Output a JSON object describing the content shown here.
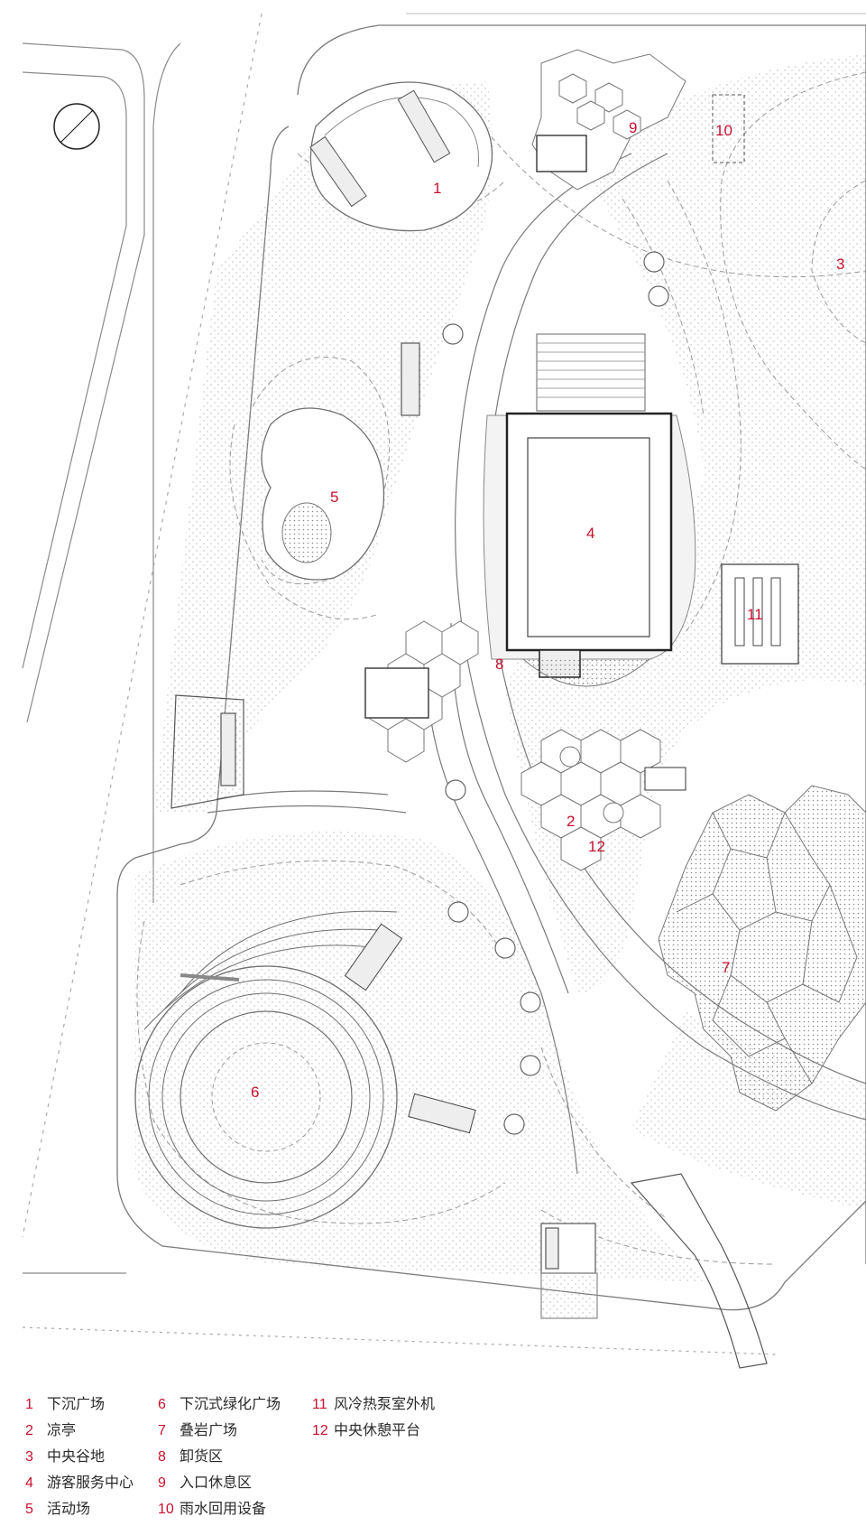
{
  "plan": {
    "markers": [
      {
        "num": "1"
      },
      {
        "num": "2"
      },
      {
        "num": "3"
      },
      {
        "num": "4"
      },
      {
        "num": "5"
      },
      {
        "num": "6"
      },
      {
        "num": "7"
      },
      {
        "num": "8"
      },
      {
        "num": "9"
      },
      {
        "num": "10"
      },
      {
        "num": "11"
      },
      {
        "num": "12"
      }
    ],
    "colors": {
      "line": "#6f6f6f",
      "dash": "#9a9a9a",
      "accent": "#c8102e",
      "hatch": "#b5b5b5"
    },
    "icons": [
      "north-arrow-icon"
    ]
  },
  "legend": {
    "items": [
      {
        "num": "1",
        "label": "下沉广场"
      },
      {
        "num": "2",
        "label": "凉亭"
      },
      {
        "num": "3",
        "label": "中央谷地"
      },
      {
        "num": "4",
        "label": "游客服务中心"
      },
      {
        "num": "5",
        "label": "活动场"
      },
      {
        "num": "6",
        "label": "下沉式绿化广场"
      },
      {
        "num": "7",
        "label": "叠岩广场"
      },
      {
        "num": "8",
        "label": "卸货区"
      },
      {
        "num": "9",
        "label": "入口休息区"
      },
      {
        "num": "10",
        "label": "雨水回用设备"
      },
      {
        "num": "11",
        "label": "风冷热泵室外机"
      },
      {
        "num": "12",
        "label": "中央休憩平台"
      }
    ]
  }
}
